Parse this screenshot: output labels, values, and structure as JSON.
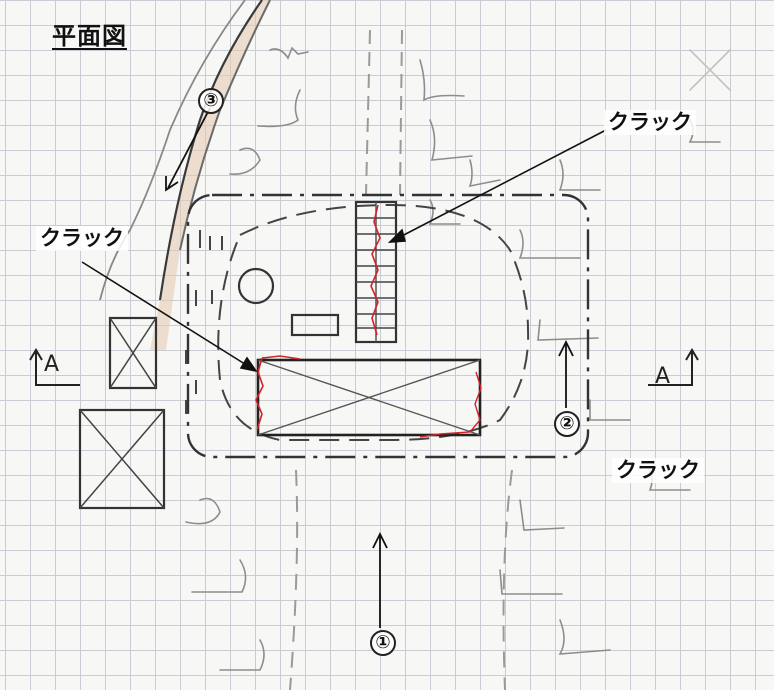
{
  "title": "平面図",
  "labels": {
    "crack_top": "クラック",
    "crack_left": "クラック",
    "crack_right": "クラック"
  },
  "viewpoints": {
    "vp1": "①",
    "vp2": "②",
    "vp3": "③"
  },
  "section_marks": {
    "left": "A",
    "right": "A"
  },
  "colors": {
    "crack": "#d2232a",
    "ink": "#2b2b2b",
    "pencil": "#8a8a8a",
    "slope_fill": "#d9b79a"
  }
}
